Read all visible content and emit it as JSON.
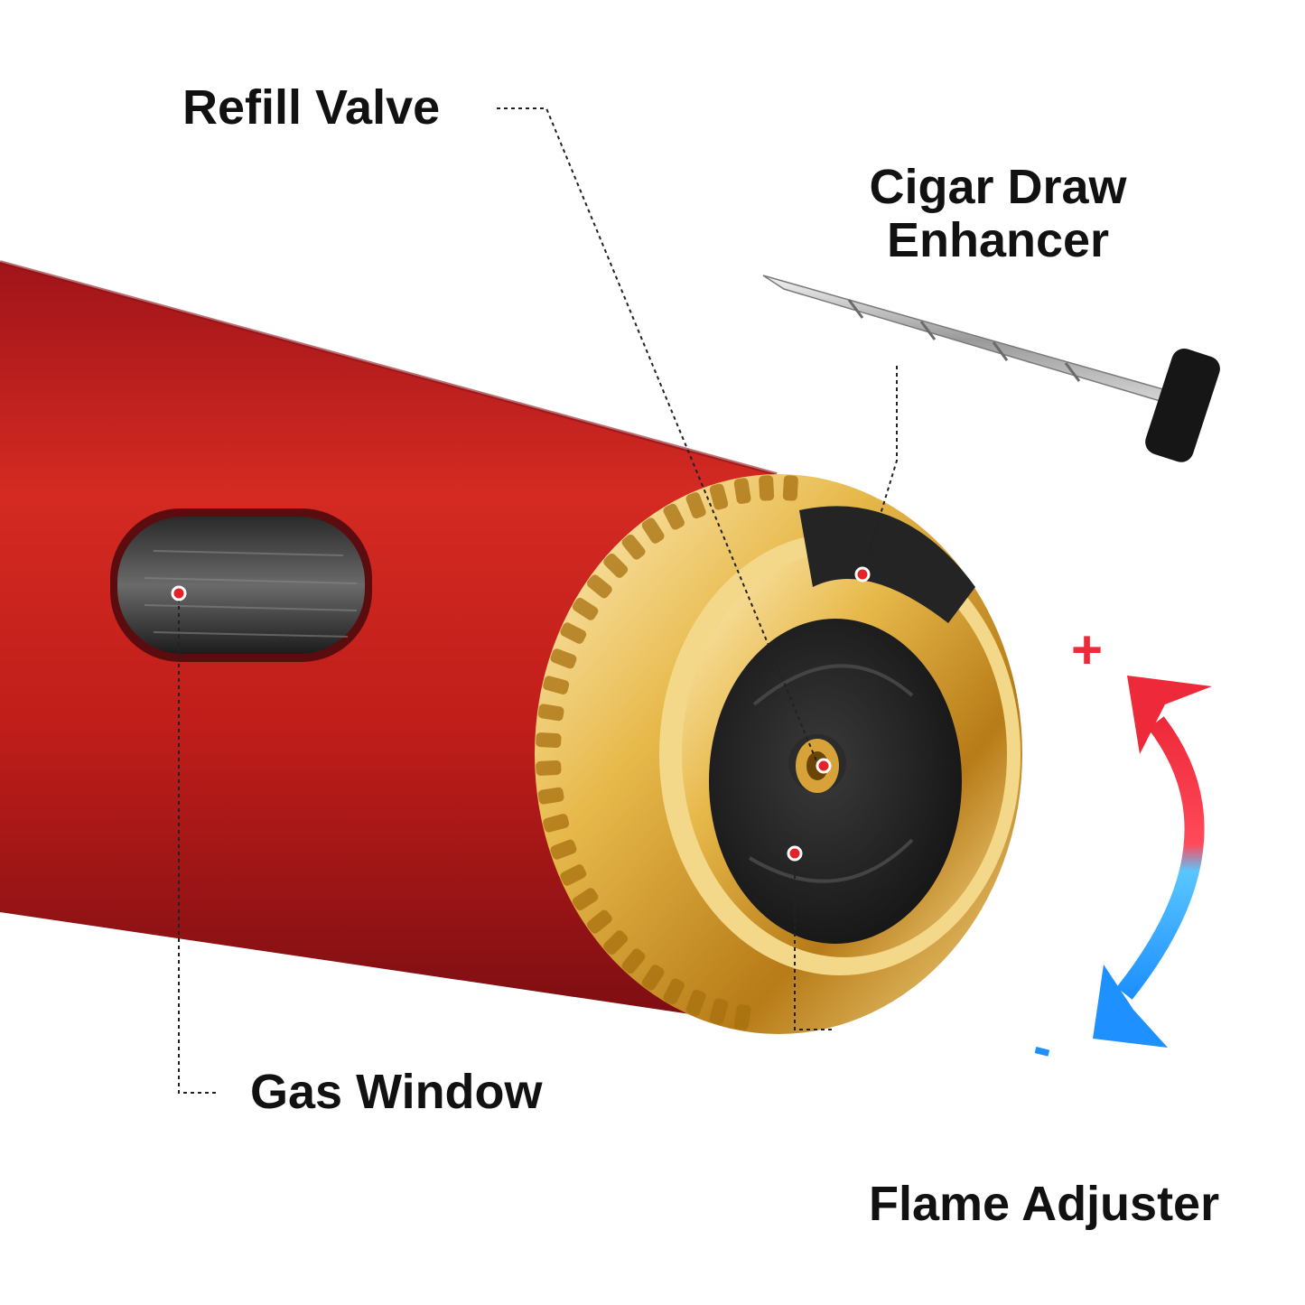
{
  "labels": {
    "refill_valve": "Refill Valve",
    "cigar_draw_enhancer": "Cigar Draw Enhancer",
    "gas_window": "Gas Window",
    "flame_adjuster": "Flame Adjuster"
  },
  "adjust_indicator": {
    "plus": "+",
    "minus": "-"
  },
  "colors": {
    "body_red": "#c8201c",
    "gold": "#d9a53a",
    "black": "#1e1e1e",
    "marker_red": "#e3222a",
    "arrow_red": "#ee2a3a",
    "arrow_blue": "#1e90ff"
  }
}
